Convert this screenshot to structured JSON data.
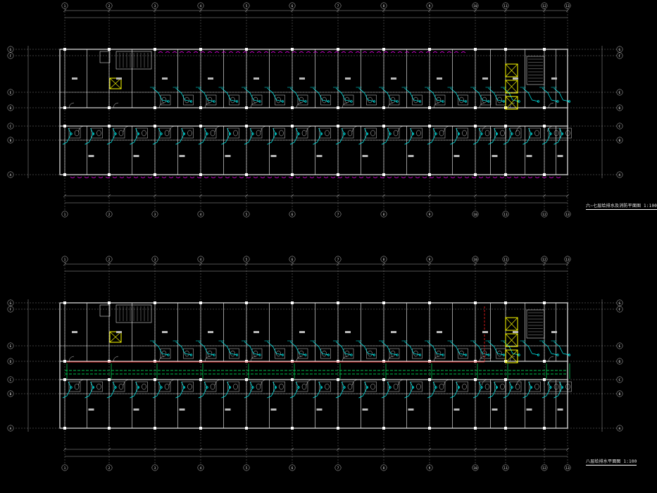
{
  "drawing": {
    "background": "#000000",
    "colors": {
      "wall": "#ffffff",
      "grid": "#c8c8c8",
      "pipe_cyan": "#00ffff",
      "pipe_magenta": "#ff00ff",
      "pipe_red": "#ff2020",
      "pipe_green": "#00ff66",
      "elevator": "#ffff00",
      "text": "#e8e8e8"
    }
  },
  "plans": [
    {
      "id": "upper",
      "title": "六~七层给排水及消防平面图 1:100",
      "col_axes": [
        "1",
        "2",
        "3",
        "4",
        "5",
        "6",
        "7",
        "8",
        "9",
        "10",
        "11",
        "12",
        "13"
      ],
      "row_axes": [
        "G",
        "F",
        "E",
        "D",
        "C",
        "B",
        "A"
      ],
      "features": [
        "magenta-sprinklers"
      ]
    },
    {
      "id": "lower",
      "title": "八层给排水平面图 1:100",
      "col_axes": [
        "1",
        "2",
        "3",
        "4",
        "5",
        "6",
        "7",
        "8",
        "9",
        "10",
        "11",
        "12",
        "13"
      ],
      "row_axes": [
        "G",
        "F",
        "E",
        "D",
        "C",
        "B",
        "A"
      ],
      "features": [
        "red-main",
        "green-corridor-main"
      ]
    }
  ]
}
